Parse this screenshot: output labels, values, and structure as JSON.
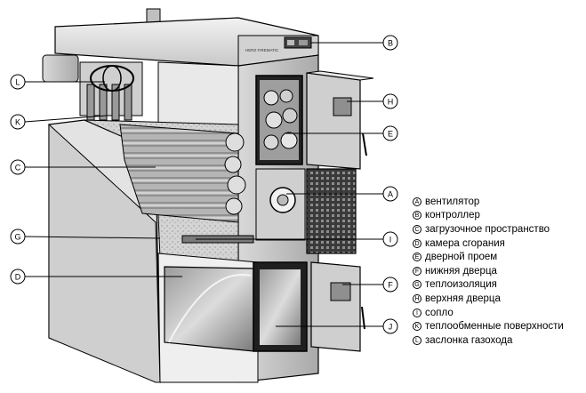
{
  "callouts": [
    {
      "key": "A",
      "side": "right",
      "text": "вентилятор"
    },
    {
      "key": "B",
      "side": "right",
      "text": "контроллер"
    },
    {
      "key": "C",
      "side": "left",
      "text": "загрузочное пространство"
    },
    {
      "key": "D",
      "side": "left",
      "text": "камера сгорания"
    },
    {
      "key": "E",
      "side": "right",
      "text": "дверной проем"
    },
    {
      "key": "F",
      "side": "right",
      "text": "нижняя дверца"
    },
    {
      "key": "G",
      "side": "left",
      "text": "теплоизоляция"
    },
    {
      "key": "H",
      "side": "right",
      "text": "верхняя дверца"
    },
    {
      "key": "I",
      "side": "right",
      "text": "сопло"
    },
    {
      "key": "K",
      "side": "left",
      "text": "теплообменные поверхности"
    },
    {
      "key": "L",
      "side": "left",
      "text": "заслонка газохода"
    }
  ],
  "colors": {
    "line": "#000000",
    "panel_light": "#e6e6e6",
    "panel_mid": "#bdbdbd",
    "panel_dark": "#555555",
    "wood": "#8a8a8a"
  }
}
